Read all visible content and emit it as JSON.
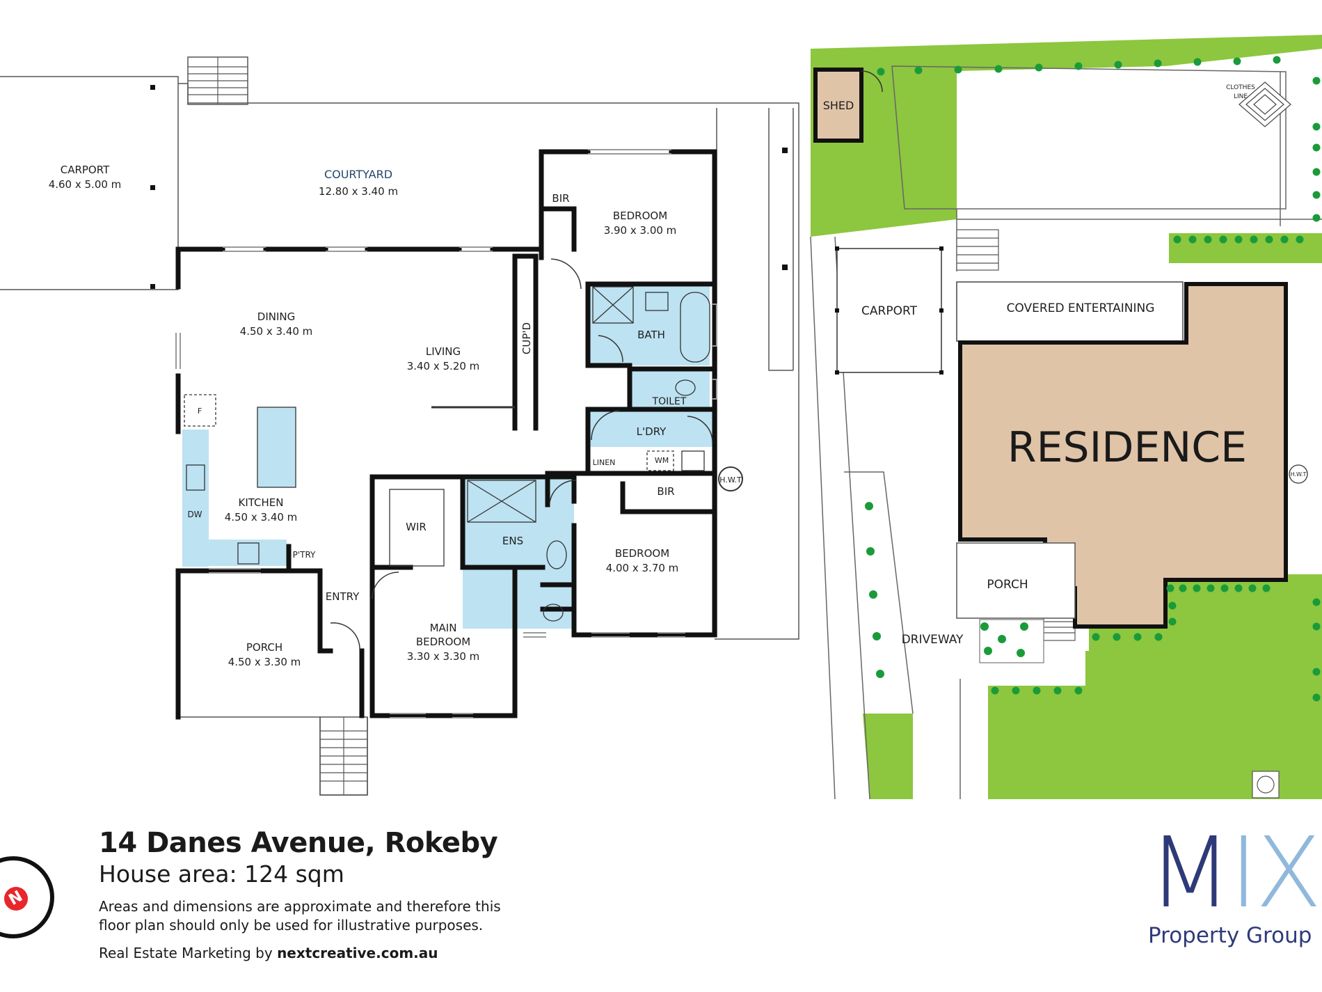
{
  "rooms": {
    "carport": {
      "name": "CARPORT",
      "dim": "4.60 x 5.00 m"
    },
    "courtyard": {
      "name": "COURTYARD",
      "dim": "12.80 x 3.40 m"
    },
    "bir_top": "BIR",
    "bedroom2": {
      "name": "BEDROOM",
      "dim": "3.90 x 3.00 m"
    },
    "dining": {
      "name": "DINING",
      "dim": "4.50 x 3.40 m"
    },
    "living": {
      "name": "LIVING",
      "dim": "3.40 x 5.20 m"
    },
    "cupd": "CUP'D",
    "bath": "BATH",
    "toilet": "TOILET",
    "ldry": "L'DRY",
    "linen": "LINEN",
    "wm": "WM",
    "hwt": "H.W.T",
    "fridge": "F",
    "dw": "DW",
    "kitchen": {
      "name": "KITCHEN",
      "dim": "4.50 x 3.40 m"
    },
    "ptry": "P'TRY",
    "wir": "WIR",
    "ens": "ENS",
    "bir_bottom": "BIR",
    "bedroom3": {
      "name": "BEDROOM",
      "dim": "4.00 x 3.70 m"
    },
    "entry": "ENTRY",
    "porch": {
      "name": "PORCH",
      "dim": "4.50 x 3.30 m"
    },
    "main_bedroom": {
      "line1": "MAIN",
      "line2": "BEDROOM",
      "dim": "3.30 x 3.30 m"
    }
  },
  "site": {
    "shed": "SHED",
    "clothes_line": {
      "line1": "CLOTHES",
      "line2": "LINE"
    },
    "carport": "CARPORT",
    "covered_entertaining": "COVERED ENTERTAINING",
    "residence": "RESIDENCE",
    "hwt": "H.W.T",
    "porch": "PORCH",
    "driveway": "DRIVEWAY"
  },
  "footer": {
    "address": "14 Danes Avenue, Rokeby",
    "house_area": "House area: 124 sqm",
    "disclaimer": "Areas and dimensions are approximate and therefore this floor plan should only be used for illustrative purposes.",
    "marketing_prefix": "Real Estate Marketing by ",
    "marketing_site": "nextcreative.com.au"
  },
  "brand": {
    "mark": "MIX",
    "subtitle": "Property Group"
  },
  "colors": {
    "wet_area": "#bde2f2",
    "lawn": "#8dc63f",
    "shrub": "#1a9b3a",
    "residence": "#e0c4a8",
    "wall": "#111111",
    "brand_dark": "#2e3a78",
    "brand_light": "#8fb8dc"
  }
}
